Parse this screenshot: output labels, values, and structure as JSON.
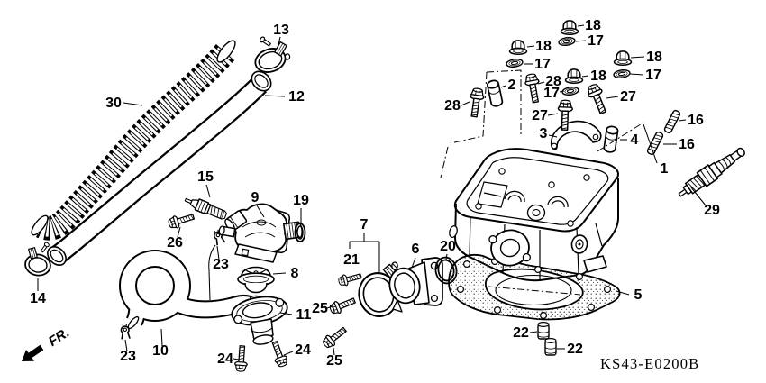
{
  "diagram": {
    "code": "KS43-E0200B",
    "fr_indicator": "FR.",
    "callouts": [
      {
        "label": "30"
      },
      {
        "label": "12"
      },
      {
        "label": "13"
      },
      {
        "label": "14"
      },
      {
        "label": "15"
      },
      {
        "label": "26"
      },
      {
        "label": "9"
      },
      {
        "label": "19"
      },
      {
        "label": "23"
      },
      {
        "label": "8"
      },
      {
        "label": "11"
      },
      {
        "label": "24"
      },
      {
        "label": "24"
      },
      {
        "label": "10"
      },
      {
        "label": "23"
      },
      {
        "label": "7"
      },
      {
        "label": "21"
      },
      {
        "label": "25"
      },
      {
        "label": "25"
      },
      {
        "label": "6"
      },
      {
        "label": "20"
      },
      {
        "label": "2"
      },
      {
        "label": "28"
      },
      {
        "label": "28"
      },
      {
        "label": "27"
      },
      {
        "label": "27"
      },
      {
        "label": "3"
      },
      {
        "label": "4"
      },
      {
        "label": "18"
      },
      {
        "label": "17"
      },
      {
        "label": "18"
      },
      {
        "label": "17"
      },
      {
        "label": "18"
      },
      {
        "label": "17"
      },
      {
        "label": "18"
      },
      {
        "label": "17"
      },
      {
        "label": "16"
      },
      {
        "label": "16"
      },
      {
        "label": "1"
      },
      {
        "label": "29"
      },
      {
        "label": "5"
      },
      {
        "label": "22"
      },
      {
        "label": "22"
      }
    ]
  }
}
